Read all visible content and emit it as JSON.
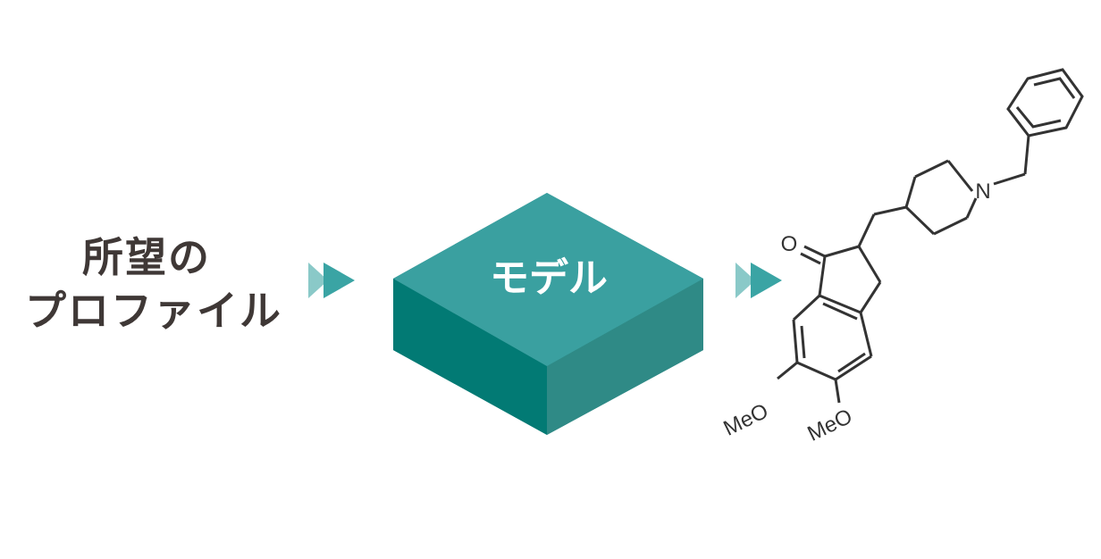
{
  "input": {
    "line1": "所望の",
    "line2": "プロファイル"
  },
  "model": {
    "label": "モデル"
  },
  "molecule": {
    "oxygen_label": "O",
    "nitrogen_label": "N",
    "methoxy_1": "MeO",
    "methoxy_2": "MeO"
  },
  "colors": {
    "model_top": "#3aa0a0",
    "model_left": "#027a74",
    "model_right": "#2f8a86",
    "arrow": "#3aa4a4",
    "text": "#3f3836"
  }
}
